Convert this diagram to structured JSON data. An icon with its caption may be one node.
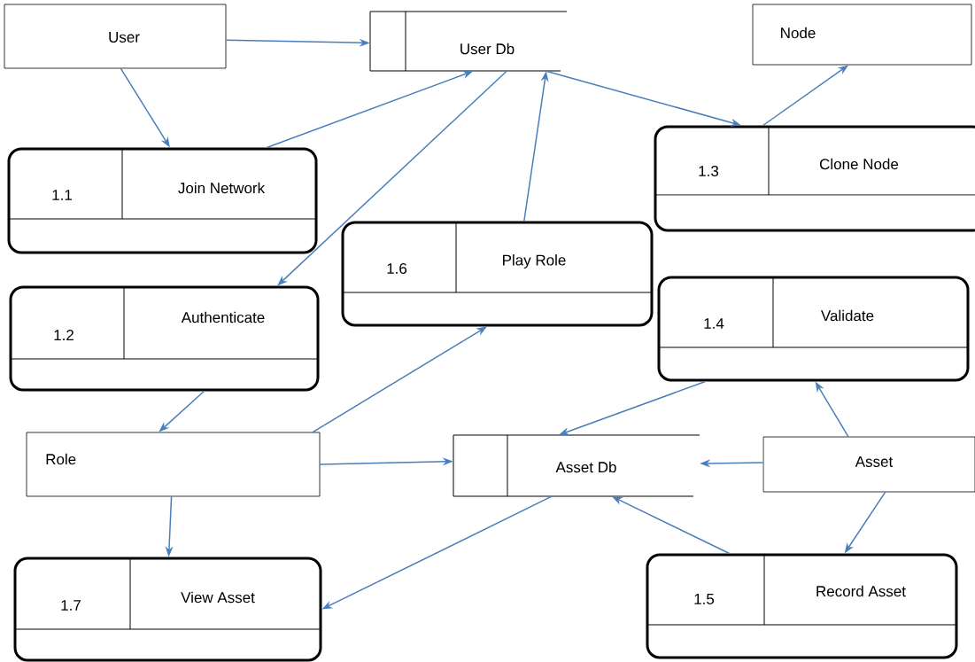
{
  "diagram": {
    "nodes": [
      {
        "text": [
          "User"
        ]
      },
      {
        "text": [
          "User Db"
        ]
      },
      {
        "text": [
          "Node"
        ]
      },
      {
        "text": [
          "1.1",
          "Join Network"
        ]
      },
      {
        "text": [
          "1.3",
          "Clone Node"
        ]
      },
      {
        "text": [
          "1.6",
          "Play Role"
        ]
      },
      {
        "text": [
          "1.2",
          "Authenticate"
        ]
      },
      {
        "text": [
          "1.4",
          "Validate"
        ]
      },
      {
        "text": [
          "Role"
        ]
      },
      {
        "text": [
          "Asset Db"
        ]
      },
      {
        "text": [
          "Asset"
        ]
      },
      {
        "text": [
          "1.7",
          "View Asset"
        ]
      },
      {
        "text": [
          "1.5",
          "Record Asset"
        ]
      }
    ],
    "edges": [
      {
        "from": 0,
        "to": 1,
        "arrow": "to"
      },
      {
        "from": 0,
        "to": 3,
        "arrow": "to"
      },
      {
        "from": 3,
        "to": 1,
        "arrow": "to"
      },
      {
        "from": 1,
        "to": 6,
        "arrow": "to"
      },
      {
        "from": 5,
        "to": 1,
        "arrow": "to"
      },
      {
        "from": 1,
        "to": 4,
        "arrow": "to"
      },
      {
        "from": 4,
        "to": 2,
        "arrow": "to"
      },
      {
        "from": 6,
        "to": 8,
        "arrow": "to"
      },
      {
        "from": 8,
        "to": 5,
        "arrow": "to"
      },
      {
        "from": 8,
        "to": 9,
        "arrow": "to"
      },
      {
        "from": 8,
        "to": 11,
        "arrow": "to"
      },
      {
        "from": 7,
        "to": 9,
        "arrow": "to"
      },
      {
        "from": 10,
        "to": 7,
        "arrow": "to"
      },
      {
        "from": 10,
        "to": 9,
        "arrow": "to"
      },
      {
        "from": 10,
        "to": 12,
        "arrow": "to"
      },
      {
        "from": 12,
        "to": 9,
        "arrow": "to"
      },
      {
        "from": 9,
        "to": 11,
        "arrow": "to"
      }
    ]
  }
}
